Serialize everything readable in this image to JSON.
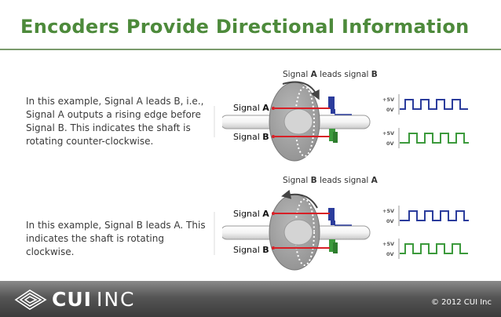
{
  "title": "Encoders Provide Directional Information",
  "example_a": {
    "caption_parts": [
      "Signal ",
      "A",
      " leads signal ",
      "B"
    ],
    "description": "In this example, Signal A leads B, i.e., Signal A outputs a rising edge before Signal B.  This indicates the shaft is rotating counter-clockwise.",
    "label_top": [
      "Signal ",
      "A"
    ],
    "label_bottom": [
      "Signal ",
      "B"
    ],
    "v_high": "+5V",
    "v_low": "0V"
  },
  "example_b": {
    "caption_parts": [
      "Signal ",
      "B",
      " leads signal ",
      "A"
    ],
    "description": "In this example, Signal B leads A. This indicates the shaft is rotating clockwise.",
    "label_top": [
      "Signal ",
      "A"
    ],
    "label_bottom": [
      "Signal ",
      "B"
    ],
    "v_high": "+5V",
    "v_low": "0V"
  },
  "colors": {
    "title": "#4d8a3b",
    "signal_a": "#2b3c9c",
    "signal_b": "#3c9a3c",
    "signal_line": "#d81f26"
  },
  "footer": {
    "logo_cui": "CUI",
    "logo_inc": "INC",
    "copyright": "© 2012 CUI Inc"
  }
}
